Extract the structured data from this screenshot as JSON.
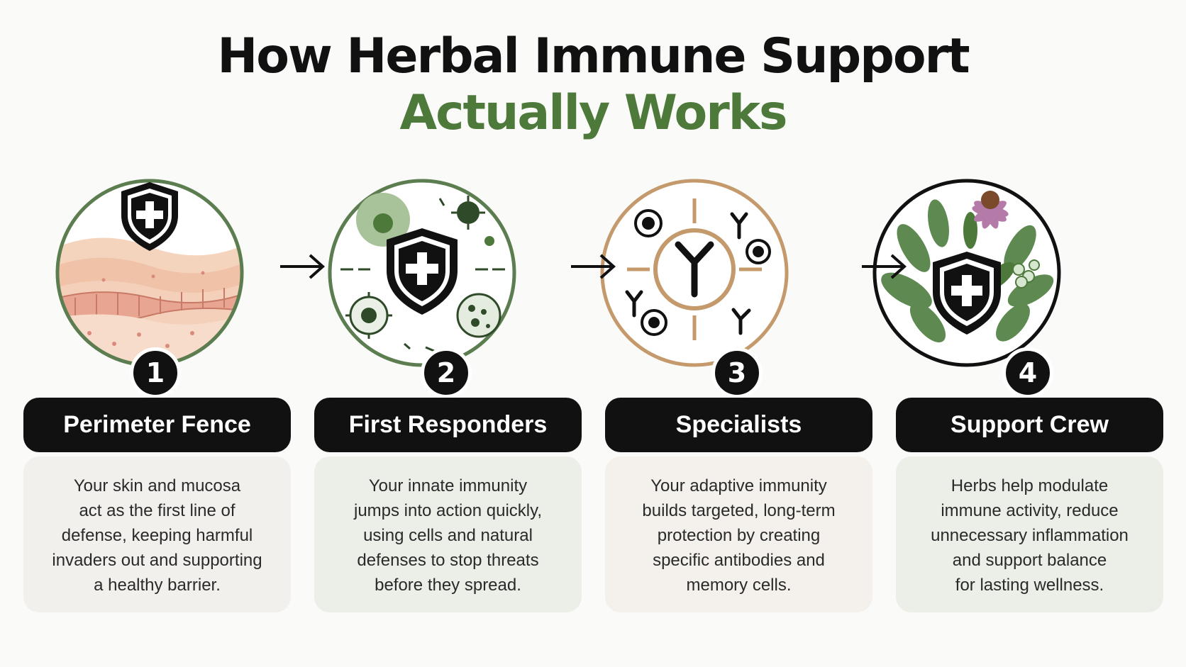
{
  "title": {
    "line1": "How Herbal Immune Support",
    "line2": "Actually Works",
    "line1_color": "#111111",
    "line2_color": "#4d7a3a"
  },
  "colors": {
    "label_bg": "#111111",
    "badge_bg": "#111111",
    "green_ring": "#5b7d4f",
    "tan_ring": "#c49a6c",
    "black_ring": "#111111",
    "card_bg": [
      "#f2f0ec",
      "#ebefe8",
      "#f4f0eb",
      "#ebefe8"
    ]
  },
  "steps": [
    {
      "number": "1",
      "label": "Perimeter Fence",
      "icon": "shield-skin-layers-icon",
      "description": [
        "Your skin and mucosa",
        "act as the first line of",
        "defense, keeping harmful",
        "invaders out and supporting",
        "a healthy barrier."
      ]
    },
    {
      "number": "2",
      "label": "First Responders",
      "icon": "shield-immune-cells-icon",
      "description": [
        "Your innate immunity",
        "jumps into action quickly,",
        "using cells and natural",
        "defenses to stop threats",
        "before they spread."
      ]
    },
    {
      "number": "3",
      "label": "Specialists",
      "icon": "antibody-target-icon",
      "description": [
        "Your adaptive immunity",
        "builds targeted, long-term",
        "protection by creating",
        "specific antibodies and",
        "memory cells."
      ]
    },
    {
      "number": "4",
      "label": "Support Crew",
      "icon": "shield-herbs-flower-icon",
      "description": [
        "Herbs help modulate",
        "immune activity, reduce",
        "unnecessary inflammation",
        "and support balance",
        "for lasting wellness."
      ]
    }
  ]
}
